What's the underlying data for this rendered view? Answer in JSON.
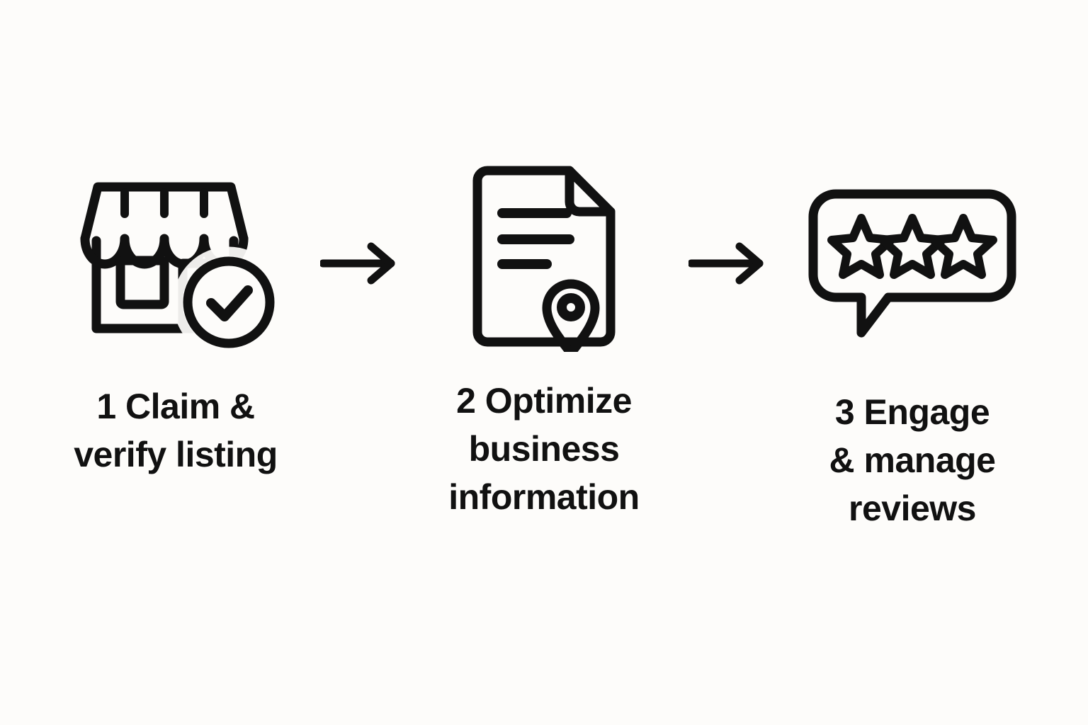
{
  "page": {
    "background_color": "#fdfcfa",
    "stroke_color": "#111111",
    "text_color": "#111111",
    "title": "Local business listing process"
  },
  "steps": [
    {
      "number": "1",
      "label": "1  Claim &\nverify listing",
      "icon": "storefront-verified-icon",
      "icon_parts": [
        "storefront",
        "awning",
        "window",
        "door",
        "check-circle-badge"
      ]
    },
    {
      "number": "2",
      "label": "2  Optimize\nbusiness\ninformation",
      "icon": "document-location-icon",
      "icon_parts": [
        "document-page",
        "folded-corner",
        "text-line",
        "text-line",
        "text-line",
        "map-pin"
      ]
    },
    {
      "number": "3",
      "label": "3  Engage\n& manage\nreviews",
      "icon": "review-bubble-icon",
      "icon_parts": [
        "speech-bubble",
        "star",
        "star",
        "star"
      ]
    }
  ],
  "connectors": [
    {
      "name": "arrow-1-to-2",
      "glyph": "arrow-right-icon"
    },
    {
      "name": "arrow-2-to-3",
      "glyph": "arrow-right-icon"
    }
  ]
}
